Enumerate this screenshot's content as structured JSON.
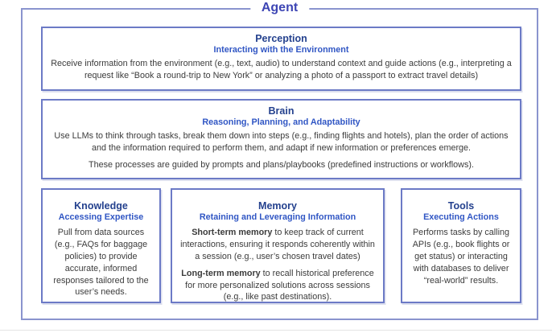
{
  "agent": {
    "title": "Agent",
    "colors": {
      "frame_border": "#8a94ce",
      "panel_border": "#6c7ac6",
      "agent_title": "#3d45b4",
      "panel_title": "#24418e",
      "panel_subtitle": "#3056c4",
      "body_text": "#3b3b3b"
    },
    "panels": {
      "perception": {
        "title": "Perception",
        "subtitle": "Interacting with the Environment",
        "body": "Receive information from the environment (e.g., text, audio) to understand context and guide actions (e.g., interpreting a request like “Book a round-trip to New York” or analyzing a photo of a passport to extract travel details)"
      },
      "brain": {
        "title": "Brain",
        "subtitle": "Reasoning, Planning, and Adaptability",
        "body_1": "Use LLMs to think through tasks, break them down into steps (e.g., finding flights and hotels), plan the order of actions and the information required to perform them, and adapt if new information or preferences emerge.",
        "body_2": "These processes are guided by prompts and plans/playbooks (predefined instructions or workflows)."
      },
      "knowledge": {
        "title": "Knowledge",
        "subtitle": "Accessing Expertise",
        "body": "Pull from data sources (e.g., FAQs for baggage policies) to provide accurate, informed responses tailored to the user’s needs."
      },
      "memory": {
        "title": "Memory",
        "subtitle": "Retaining and Leveraging Information",
        "short_term_lead": "Short-term memory",
        "short_term_rest": " to keep track of current interactions, ensuring it responds coherently within a session (e.g., user’s chosen travel dates)",
        "long_term_lead": "Long-term memory",
        "long_term_rest": " to recall historical preference for more personalized solutions across sessions (e.g., like past destinations)."
      },
      "tools": {
        "title": "Tools",
        "subtitle": "Executing Actions",
        "body": "Performs tasks by calling APIs (e.g., book flights or get status) or interacting with databases to deliver “real-world” results."
      }
    }
  }
}
